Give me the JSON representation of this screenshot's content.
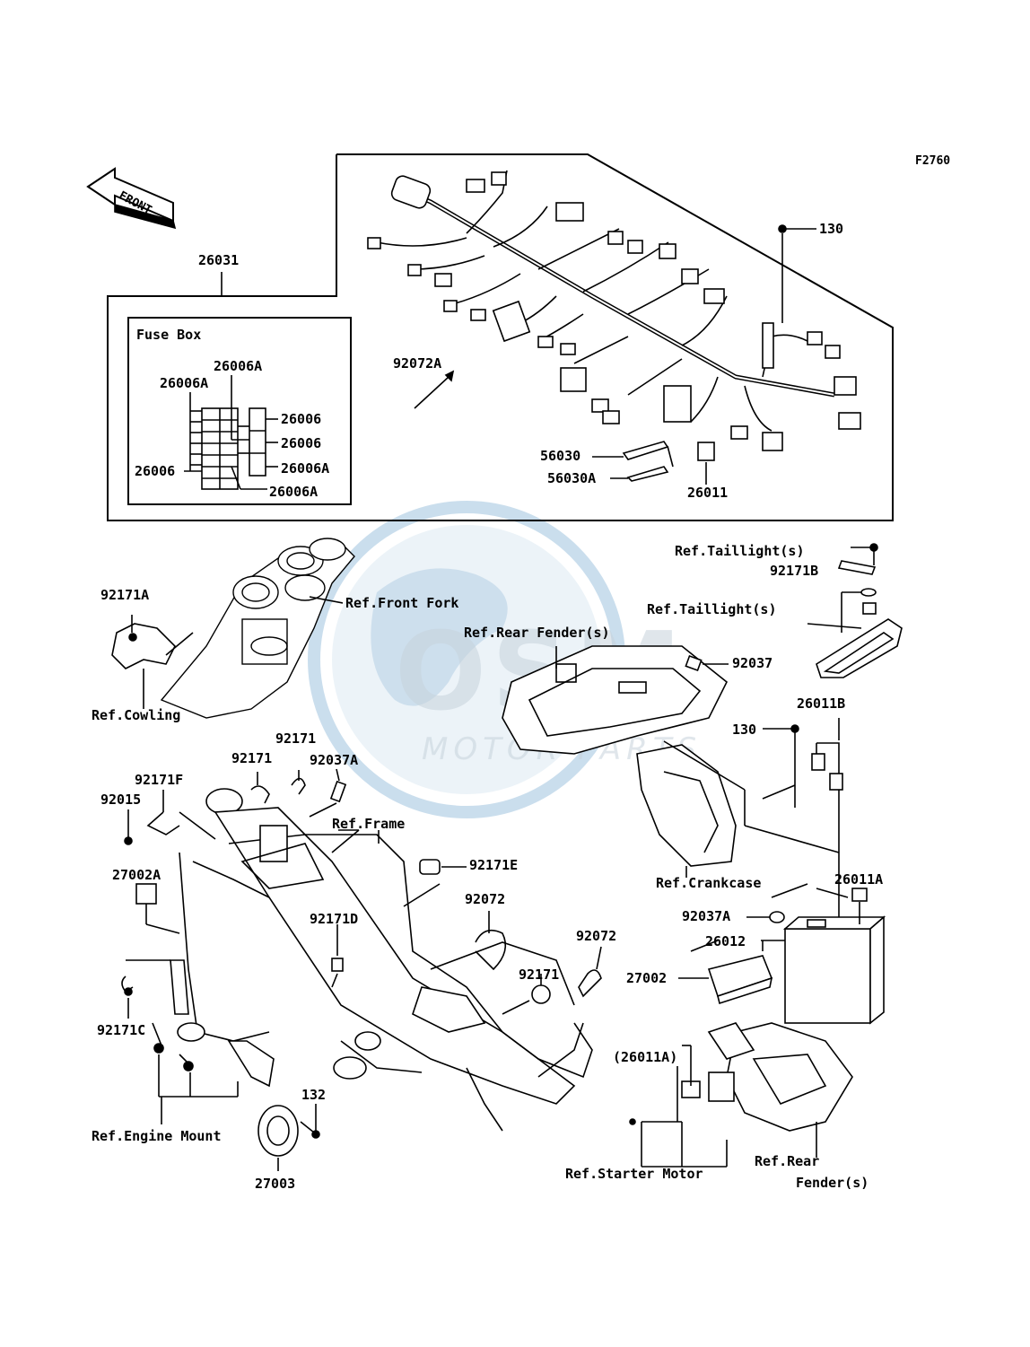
{
  "figure_code": "F2760",
  "front_label": "FRONT",
  "fuse_box_title": "Fuse Box",
  "watermark": {
    "logo_text": "OSM",
    "sub_text": "MOTOR PARTS",
    "colors": {
      "globe": "#9fc3df",
      "text": "#c7d3dc"
    }
  },
  "parts": {
    "p26031": "26031",
    "p130_top": "130",
    "p92072A": "92072A",
    "p56030": "56030",
    "p56030A": "56030A",
    "p26011": "26011",
    "fb_26006A_1": "26006A",
    "fb_26006A_2": "26006A",
    "fb_26006_1": "26006",
    "fb_26006_2": "26006",
    "fb_26006A_3": "26006A",
    "fb_26006_3": "26006",
    "fb_26006A_4": "26006A",
    "p92171A": "92171A",
    "p92171B": "92171B",
    "p92037": "92037",
    "p130_mid": "130",
    "p26011B": "26011B",
    "p92171_a": "92171",
    "p92171_b": "92171",
    "p92037A": "92037A",
    "p92171F": "92171F",
    "p92015": "92015",
    "p92171E": "92171E",
    "p27002A": "27002A",
    "p92072_a": "92072",
    "p92171D": "92171D",
    "p92072_b": "92072",
    "p92171_c": "92171",
    "p92171C": "92171C",
    "p26011A": "26011A",
    "p92037A_b": "92037A",
    "p26012": "26012",
    "p27002": "27002",
    "p26011A_paren": "(26011A)",
    "p132": "132",
    "p27003": "27003"
  },
  "refs": {
    "front_fork": "Ref.Front Fork",
    "rear_fender_top": "Ref.Rear Fender(s)",
    "taillight_1": "Ref.Taillight(s)",
    "taillight_2": "Ref.Taillight(s)",
    "cowling": "Ref.Cowling",
    "frame": "Ref.Frame",
    "crankcase": "Ref.Crankcase",
    "engine_mount": "Ref.Engine Mount",
    "starter_motor": "Ref.Starter Motor",
    "rear_fender_2a": "Ref.Rear",
    "rear_fender_2b": "Fender(s)"
  }
}
